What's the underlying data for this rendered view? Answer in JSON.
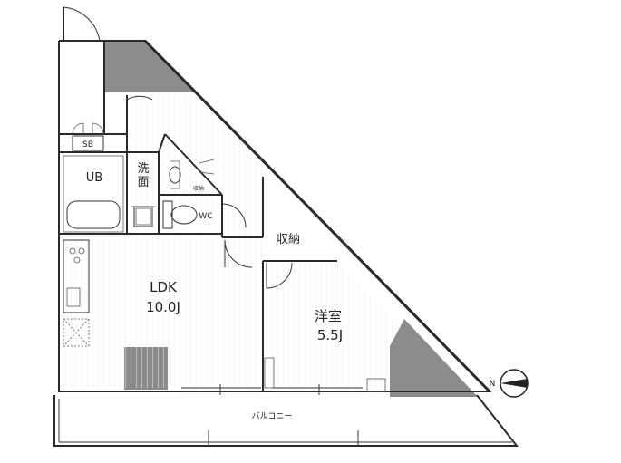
{
  "plan": {
    "rooms": {
      "ldk_name": "LDK",
      "ldk_size": "10.0J",
      "bedroom_name": "洋室",
      "bedroom_size": "5.5J",
      "storage": "収納",
      "bath": "UB",
      "washroom_line1": "洗",
      "washroom_line2": "面",
      "wc": "WC",
      "shoebox": "SB",
      "small_storage": "収納",
      "balcony": "バルコニー"
    },
    "compass": {
      "north_mark": "N"
    }
  }
}
